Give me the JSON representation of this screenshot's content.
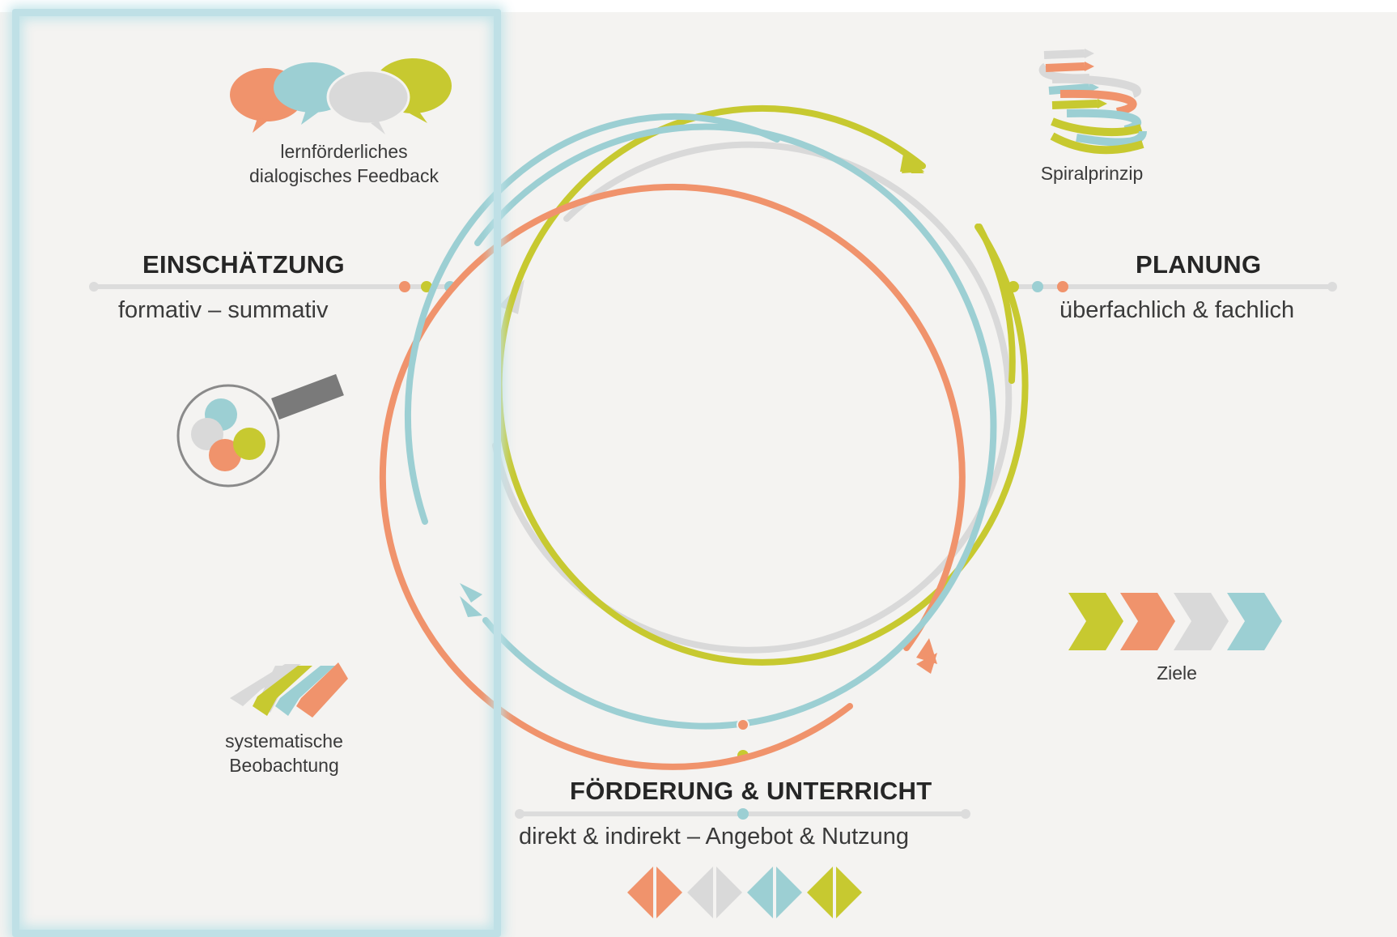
{
  "colors": {
    "orange": "#f0936c",
    "teal": "#9ccfd3",
    "grey": "#d9d9d9",
    "olive": "#c7c930",
    "highlight": "#bfe0e6",
    "background": "#f4f3f1"
  },
  "sections": {
    "einschaetzung": {
      "title": "EINSCHÄTZUNG",
      "subtitle": "formativ – summativ"
    },
    "planung": {
      "title": "PLANUNG",
      "subtitle": "überfachlich & fachlich"
    },
    "foerderung": {
      "title": "FÖRDERUNG & UNTERRICHT",
      "subtitle": "direkt & indirekt – Angebot & Nutzung"
    }
  },
  "icons": {
    "feedback": {
      "icon": "speech-bubbles-icon",
      "line1": "lernförderliches",
      "line2": "dialogisches Feedback"
    },
    "spiral": {
      "icon": "spiral-arrows-icon",
      "label": "Spiralprinzip"
    },
    "magnifier": {
      "icon": "magnifier-icon"
    },
    "observation": {
      "icon": "chevron-stack-icon",
      "line1": "systematische",
      "line2": "Beobachtung"
    },
    "goals": {
      "icon": "chevron-row-icon",
      "label": "Ziele"
    },
    "support": {
      "icon": "diamond-row-icon"
    }
  }
}
